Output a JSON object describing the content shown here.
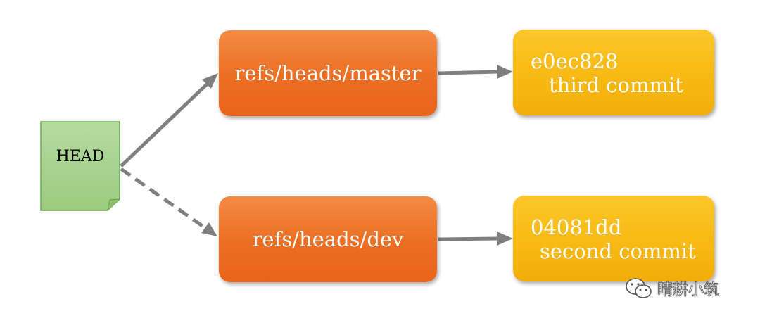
{
  "head": {
    "label": "HEAD"
  },
  "refs": [
    {
      "label": "refs/heads/master"
    },
    {
      "label": "refs/heads/dev"
    }
  ],
  "commits": [
    {
      "hash": "e0ec828",
      "message": "third commit"
    },
    {
      "hash": "04081dd",
      "message": "second commit"
    }
  ],
  "edges": [
    {
      "from": "HEAD",
      "to": "refs/heads/master",
      "style": "solid"
    },
    {
      "from": "HEAD",
      "to": "refs/heads/dev",
      "style": "dashed"
    },
    {
      "from": "refs/heads/master",
      "to": "e0ec828",
      "style": "solid"
    },
    {
      "from": "refs/heads/dev",
      "to": "04081dd",
      "style": "solid"
    }
  ],
  "colors": {
    "head_fill": "#a9d18e",
    "head_border": "#6aa84f",
    "ref_fill": "#ec6e22",
    "commit_fill": "#f7b812",
    "arrow": "#7f7f7f"
  },
  "watermark": {
    "text": "晴耕小筑",
    "icon": "wechat-icon"
  }
}
